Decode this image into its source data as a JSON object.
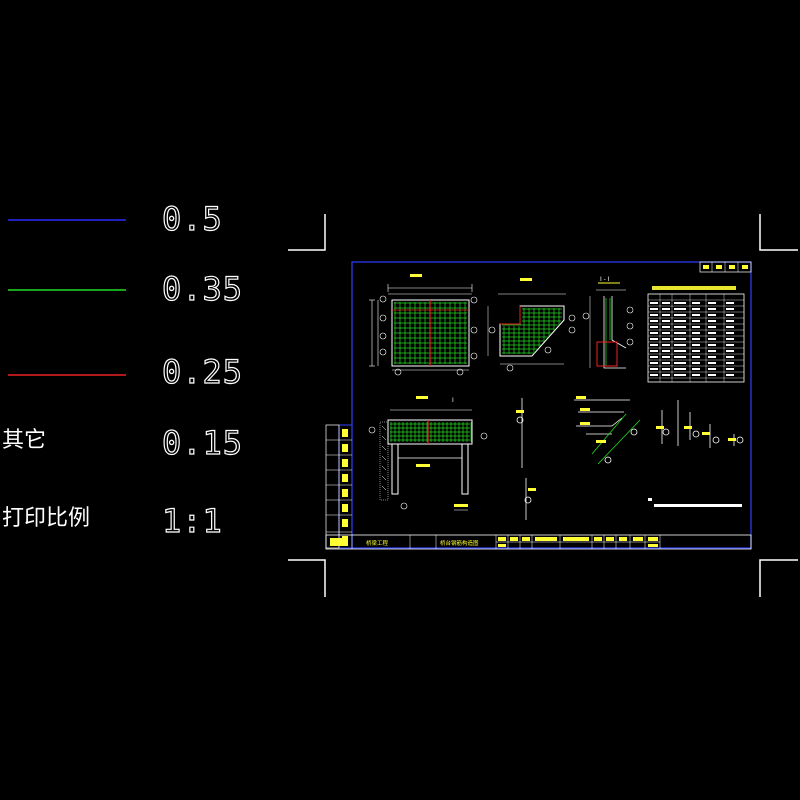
{
  "colors": {
    "background": "#000000",
    "line_05": "#2a2aff",
    "line_035": "#22dd22",
    "line_025": "#ee2020",
    "frame": "#3040ff",
    "rebar": "#22dd22",
    "concrete": "#ffffff",
    "accent": "#ffff33",
    "cut": "#ee2020"
  },
  "legend": {
    "items": [
      {
        "value": "0.5"
      },
      {
        "value": "0.35"
      },
      {
        "value": "0.25"
      },
      {
        "label": "其它",
        "value": "0.15"
      },
      {
        "label": "打印比例",
        "value": "1:1"
      }
    ]
  },
  "sheet": {
    "section_a": "I - I",
    "section_b": "I",
    "project": "桥梁工程",
    "drawing_title": "桥台钢筋构造图"
  }
}
